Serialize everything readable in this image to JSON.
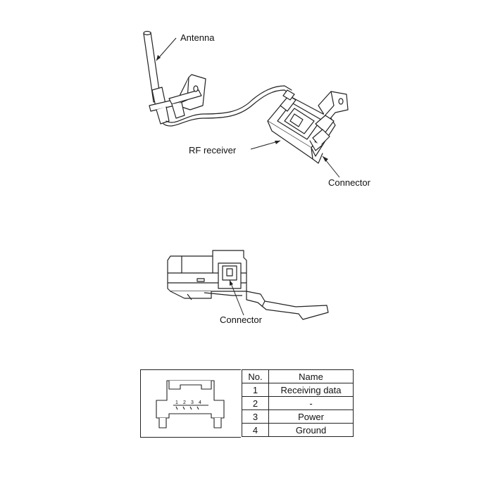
{
  "labels": {
    "antenna": "Antenna",
    "rf_receiver": "RF receiver",
    "connector_top": "Connector",
    "connector_side": "Connector"
  },
  "connector_pins": [
    "1",
    "2",
    "3",
    "4"
  ],
  "pin_table": {
    "headers": {
      "no": "No.",
      "name": "Name"
    },
    "rows": [
      {
        "no": "1",
        "name": "Receiving data"
      },
      {
        "no": "2",
        "name": "-"
      },
      {
        "no": "3",
        "name": "Power"
      },
      {
        "no": "4",
        "name": "Ground"
      }
    ]
  }
}
